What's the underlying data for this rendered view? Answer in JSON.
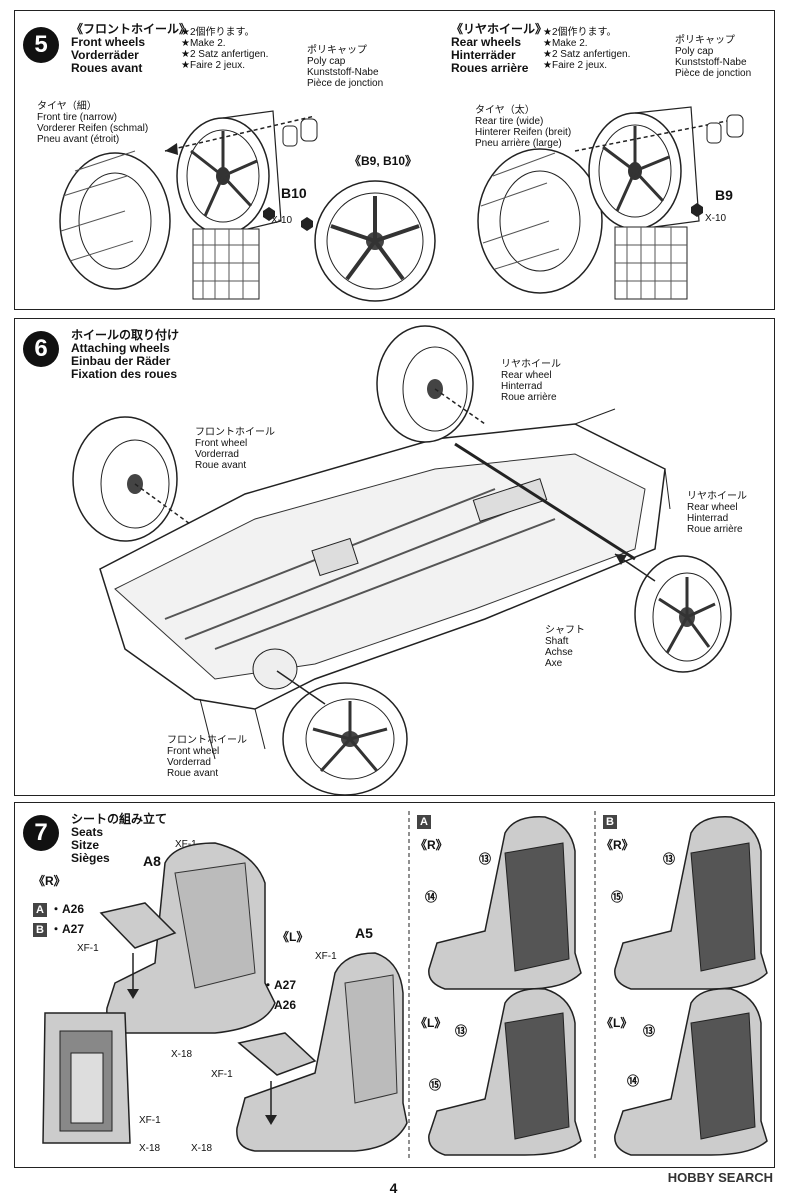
{
  "step5": {
    "number": "5",
    "front": {
      "jp": "《フロントホイール》",
      "en": "Front wheels",
      "de": "Vorderräder",
      "fr": "Roues avant"
    },
    "front_make": [
      "★2個作ります。",
      "★Make 2.",
      "★2 Satz anfertigen.",
      "★Faire 2 jeux."
    ],
    "polycap1": [
      "ポリキャップ",
      "Poly cap",
      "Kunststoff-Nabe",
      "Pièce de jonction"
    ],
    "front_tire": [
      "タイヤ（細）",
      "Front tire (narrow)",
      "Vorderer Reifen (schmal)",
      "Pneu avant (étroit)"
    ],
    "part_b10": "B10",
    "x10a": "X-10",
    "b9b10": "《B9, B10》",
    "rear": {
      "jp": "《リヤホイール》",
      "en": "Rear wheels",
      "de": "Hinterräder",
      "fr": "Roues arrière"
    },
    "rear_make": [
      "★2個作ります。",
      "★Make 2.",
      "★2 Satz anfertigen.",
      "★Faire 2 jeux."
    ],
    "polycap2": [
      "ポリキャップ",
      "Poly cap",
      "Kunststoff-Nabe",
      "Pièce de jonction"
    ],
    "rear_tire": [
      "タイヤ（太）",
      "Rear tire (wide)",
      "Hinterer Reifen (breit)",
      "Pneu arrière (large)"
    ],
    "part_b9": "B9",
    "x10b": "X-10"
  },
  "step6": {
    "number": "6",
    "title": [
      "ホイールの取り付け",
      "Attaching wheels",
      "Einbau der Räder",
      "Fixation des roues"
    ],
    "rear_top": [
      "リヤホイール",
      "Rear wheel",
      "Hinterrad",
      "Roue arrière"
    ],
    "front_top": [
      "フロントホイール",
      "Front wheel",
      "Vorderrad",
      "Roue avant"
    ],
    "rear_right": [
      "リヤホイール",
      "Rear wheel",
      "Hinterrad",
      "Roue arrière"
    ],
    "shaft": [
      "シャフト",
      "Shaft",
      "Achse",
      "Axe"
    ],
    "front_bottom": [
      "フロントホイール",
      "Front wheel",
      "Vorderrad",
      "Roue avant"
    ]
  },
  "step7": {
    "number": "7",
    "title": [
      "シートの組み立て",
      "Seats",
      "Sitze",
      "Sièges"
    ],
    "r_label": "《R》",
    "l_label": "《L》",
    "xf1": "XF-1",
    "x18": "X-18",
    "a8": "A8",
    "a5": "A5",
    "a26": "A26",
    "a27": "A27",
    "badge_a": "A",
    "badge_b": "B",
    "sep": "・",
    "num13": "⑬",
    "num14": "⑭",
    "num15": "⑮"
  },
  "page_number": "4",
  "watermark": "HOBBY SEARCH"
}
